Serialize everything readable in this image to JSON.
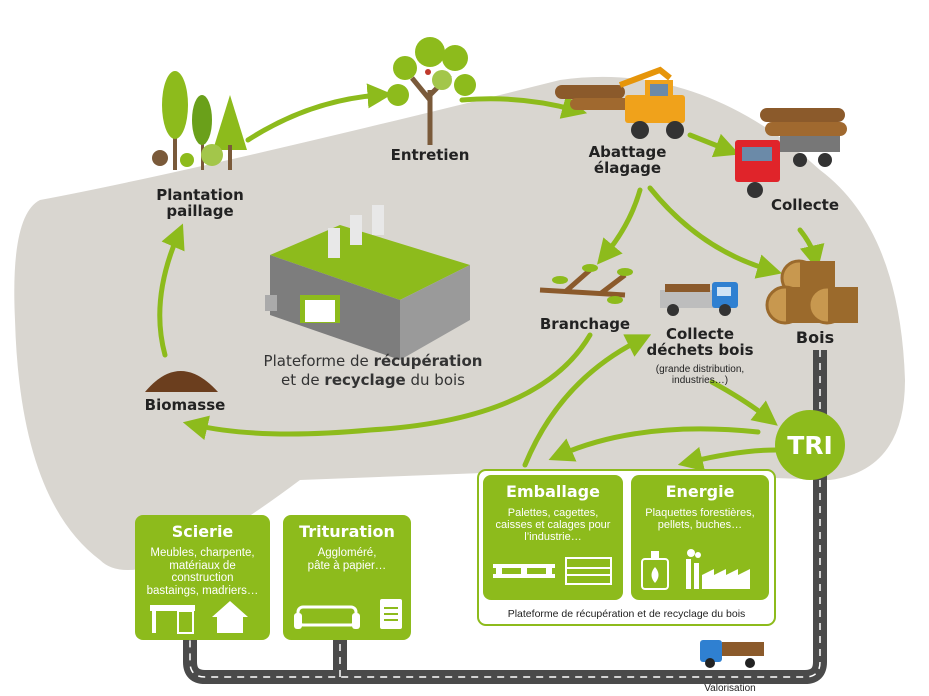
{
  "stages": {
    "plantation": "Plantation\npaillage",
    "entretien": "Entretien",
    "abattage": "Abattage\nélagage",
    "collecte": "Collecte",
    "bois": "Bois",
    "branchage": "Branchage",
    "collecte_dechets": "Collecte\ndéchets bois",
    "collecte_dechets_note": "(grande distribution,\nindustries…)",
    "biomasse": "Biomasse",
    "tri": "TRI"
  },
  "center": {
    "line1_a": "Plateforme de ",
    "line1_b": "récupération",
    "line2_a": "et de ",
    "line2_b": "recyclage",
    "line2_c": " du bois"
  },
  "cards": {
    "scierie": {
      "title": "Scierie",
      "desc": "Meubles, charpente,\nmatériaux de\nconstruction\nbastaings, madriers…"
    },
    "trituration": {
      "title": "Trituration",
      "desc": "Aggloméré,\npâte à papier…"
    },
    "emballage": {
      "title": "Emballage",
      "desc": "Palettes, cagettes,\ncaisses et calages pour\nl’industrie…"
    },
    "energie": {
      "title": "Energie",
      "desc": "Plaquettes forestières,\npellets, buches…"
    }
  },
  "platform_caption": "Plateforme de récupération et de recyclage du bois",
  "valorisation": "Valorisation",
  "colors": {
    "green": "#8dbb1c",
    "bg_shape": "#d9d6d0",
    "road": "#4a4a4a"
  }
}
